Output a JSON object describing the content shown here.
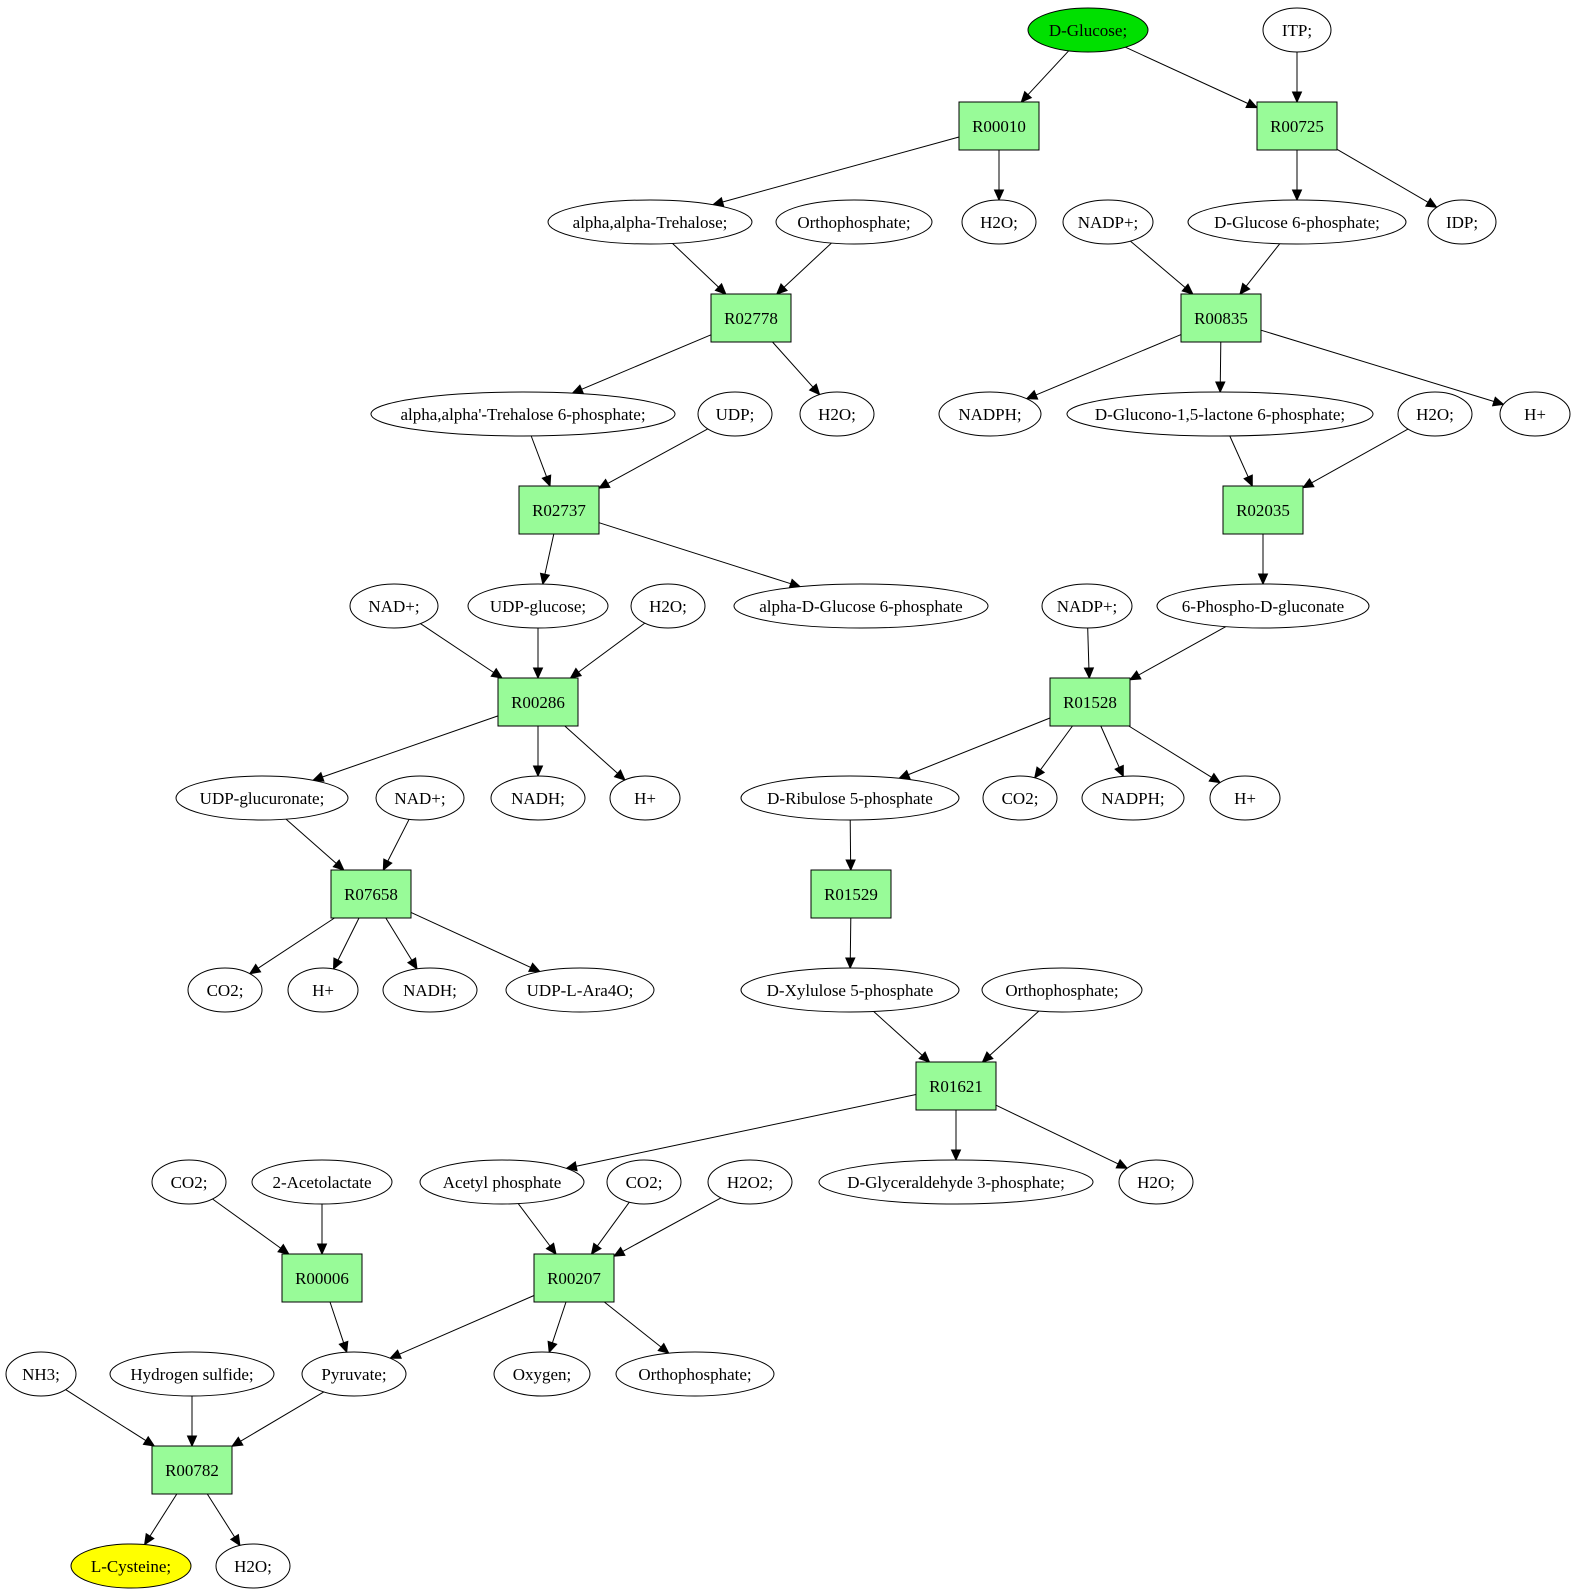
{
  "colors": {
    "reaction_fill": "#98fb98",
    "compound_fill": "#ffffff",
    "source_fill": "#00e000",
    "target_fill": "#ffff00",
    "stroke": "#000000"
  },
  "nodes": [
    {
      "id": "dglucose",
      "label": "D-Glucose;",
      "kind": "compound",
      "role": "source"
    },
    {
      "id": "itp",
      "label": "ITP;",
      "kind": "compound"
    },
    {
      "id": "r00010",
      "label": "R00010",
      "kind": "reaction"
    },
    {
      "id": "r00725",
      "label": "R00725",
      "kind": "reaction"
    },
    {
      "id": "trehalose",
      "label": "alpha,alpha-Trehalose;",
      "kind": "compound"
    },
    {
      "id": "ortho1",
      "label": "Orthophosphate;",
      "kind": "compound"
    },
    {
      "id": "h2o_1",
      "label": "H2O;",
      "kind": "compound"
    },
    {
      "id": "nadp1",
      "label": "NADP+;",
      "kind": "compound"
    },
    {
      "id": "g6p",
      "label": "D-Glucose 6-phosphate;",
      "kind": "compound"
    },
    {
      "id": "idp",
      "label": "IDP;",
      "kind": "compound"
    },
    {
      "id": "r02778",
      "label": "R02778",
      "kind": "reaction"
    },
    {
      "id": "r00835",
      "label": "R00835",
      "kind": "reaction"
    },
    {
      "id": "t6p",
      "label": "alpha,alpha'-Trehalose 6-phosphate;",
      "kind": "compound"
    },
    {
      "id": "udp",
      "label": "UDP;",
      "kind": "compound"
    },
    {
      "id": "h2o_2",
      "label": "H2O;",
      "kind": "compound"
    },
    {
      "id": "nadph1",
      "label": "NADPH;",
      "kind": "compound"
    },
    {
      "id": "glucono",
      "label": "D-Glucono-1,5-lactone 6-phosphate;",
      "kind": "compound"
    },
    {
      "id": "h2o_3",
      "label": "H2O;",
      "kind": "compound"
    },
    {
      "id": "hplus1",
      "label": "H+",
      "kind": "compound"
    },
    {
      "id": "r02737",
      "label": "R02737",
      "kind": "reaction"
    },
    {
      "id": "r02035",
      "label": "R02035",
      "kind": "reaction"
    },
    {
      "id": "nad1",
      "label": "NAD+;",
      "kind": "compound"
    },
    {
      "id": "udpglucose",
      "label": "UDP-glucose;",
      "kind": "compound"
    },
    {
      "id": "h2o_4",
      "label": "H2O;",
      "kind": "compound"
    },
    {
      "id": "adg6p",
      "label": "alpha-D-Glucose 6-phosphate",
      "kind": "compound"
    },
    {
      "id": "nadp2",
      "label": "NADP+;",
      "kind": "compound"
    },
    {
      "id": "phosphogluconate",
      "label": "6-Phospho-D-gluconate",
      "kind": "compound"
    },
    {
      "id": "r00286",
      "label": "R00286",
      "kind": "reaction"
    },
    {
      "id": "r01528",
      "label": "R01528",
      "kind": "reaction"
    },
    {
      "id": "udpglucuronate",
      "label": "UDP-glucuronate;",
      "kind": "compound"
    },
    {
      "id": "nad2",
      "label": "NAD+;",
      "kind": "compound"
    },
    {
      "id": "nadh1",
      "label": "NADH;",
      "kind": "compound"
    },
    {
      "id": "hplus2",
      "label": "H+",
      "kind": "compound"
    },
    {
      "id": "ribulose",
      "label": "D-Ribulose 5-phosphate",
      "kind": "compound"
    },
    {
      "id": "co2_1",
      "label": "CO2;",
      "kind": "compound"
    },
    {
      "id": "nadph2",
      "label": "NADPH;",
      "kind": "compound"
    },
    {
      "id": "hplus3",
      "label": "H+",
      "kind": "compound"
    },
    {
      "id": "r07658",
      "label": "R07658",
      "kind": "reaction"
    },
    {
      "id": "r01529",
      "label": "R01529",
      "kind": "reaction"
    },
    {
      "id": "co2_2",
      "label": "CO2;",
      "kind": "compound"
    },
    {
      "id": "hplus4",
      "label": "H+",
      "kind": "compound"
    },
    {
      "id": "nadh2",
      "label": "NADH;",
      "kind": "compound"
    },
    {
      "id": "udplara",
      "label": "UDP-L-Ara4O;",
      "kind": "compound"
    },
    {
      "id": "xylulose",
      "label": "D-Xylulose 5-phosphate",
      "kind": "compound"
    },
    {
      "id": "ortho2",
      "label": "Orthophosphate;",
      "kind": "compound"
    },
    {
      "id": "r01621",
      "label": "R01621",
      "kind": "reaction"
    },
    {
      "id": "co2_3",
      "label": "CO2;",
      "kind": "compound"
    },
    {
      "id": "acetolactate",
      "label": "2-Acetolactate",
      "kind": "compound"
    },
    {
      "id": "acetylp",
      "label": "Acetyl phosphate",
      "kind": "compound"
    },
    {
      "id": "co2_4",
      "label": "CO2;",
      "kind": "compound"
    },
    {
      "id": "h2o2",
      "label": "H2O2;",
      "kind": "compound"
    },
    {
      "id": "g3p",
      "label": "D-Glyceraldehyde 3-phosphate;",
      "kind": "compound"
    },
    {
      "id": "h2o_5",
      "label": "H2O;",
      "kind": "compound"
    },
    {
      "id": "r00006",
      "label": "R00006",
      "kind": "reaction"
    },
    {
      "id": "r00207",
      "label": "R00207",
      "kind": "reaction"
    },
    {
      "id": "nh3",
      "label": "NH3;",
      "kind": "compound"
    },
    {
      "id": "h2s",
      "label": "Hydrogen sulfide;",
      "kind": "compound"
    },
    {
      "id": "pyruvate",
      "label": "Pyruvate;",
      "kind": "compound"
    },
    {
      "id": "oxygen",
      "label": "Oxygen;",
      "kind": "compound"
    },
    {
      "id": "ortho3",
      "label": "Orthophosphate;",
      "kind": "compound"
    },
    {
      "id": "r00782",
      "label": "R00782",
      "kind": "reaction"
    },
    {
      "id": "lcysteine",
      "label": "L-Cysteine;",
      "kind": "compound",
      "role": "target"
    },
    {
      "id": "h2o_6",
      "label": "H2O;",
      "kind": "compound"
    }
  ],
  "edges": [
    [
      "dglucose",
      "r00010"
    ],
    [
      "dglucose",
      "r00725"
    ],
    [
      "itp",
      "r00725"
    ],
    [
      "r00010",
      "trehalose"
    ],
    [
      "r00010",
      "h2o_1"
    ],
    [
      "r00725",
      "g6p"
    ],
    [
      "r00725",
      "idp"
    ],
    [
      "trehalose",
      "r02778"
    ],
    [
      "ortho1",
      "r02778"
    ],
    [
      "nadp1",
      "r00835"
    ],
    [
      "g6p",
      "r00835"
    ],
    [
      "r02778",
      "t6p"
    ],
    [
      "r02778",
      "h2o_2"
    ],
    [
      "r00835",
      "nadph1"
    ],
    [
      "r00835",
      "glucono"
    ],
    [
      "r00835",
      "hplus1"
    ],
    [
      "t6p",
      "r02737"
    ],
    [
      "udp",
      "r02737"
    ],
    [
      "glucono",
      "r02035"
    ],
    [
      "h2o_3",
      "r02035"
    ],
    [
      "r02737",
      "udpglucose"
    ],
    [
      "r02737",
      "adg6p"
    ],
    [
      "r02035",
      "phosphogluconate"
    ],
    [
      "nad1",
      "r00286"
    ],
    [
      "udpglucose",
      "r00286"
    ],
    [
      "h2o_4",
      "r00286"
    ],
    [
      "nadp2",
      "r01528"
    ],
    [
      "phosphogluconate",
      "r01528"
    ],
    [
      "r00286",
      "udpglucuronate"
    ],
    [
      "r00286",
      "nadh1"
    ],
    [
      "r00286",
      "hplus2"
    ],
    [
      "r01528",
      "ribulose"
    ],
    [
      "r01528",
      "co2_1"
    ],
    [
      "r01528",
      "nadph2"
    ],
    [
      "r01528",
      "hplus3"
    ],
    [
      "udpglucuronate",
      "r07658"
    ],
    [
      "nad2",
      "r07658"
    ],
    [
      "ribulose",
      "r01529"
    ],
    [
      "r07658",
      "co2_2"
    ],
    [
      "r07658",
      "hplus4"
    ],
    [
      "r07658",
      "nadh2"
    ],
    [
      "r07658",
      "udplara"
    ],
    [
      "r01529",
      "xylulose"
    ],
    [
      "xylulose",
      "r01621"
    ],
    [
      "ortho2",
      "r01621"
    ],
    [
      "r01621",
      "acetylp"
    ],
    [
      "r01621",
      "g3p"
    ],
    [
      "r01621",
      "h2o_5"
    ],
    [
      "co2_3",
      "r00006"
    ],
    [
      "acetolactate",
      "r00006"
    ],
    [
      "acetylp",
      "r00207"
    ],
    [
      "co2_4",
      "r00207"
    ],
    [
      "h2o2",
      "r00207"
    ],
    [
      "r00006",
      "pyruvate"
    ],
    [
      "r00207",
      "pyruvate"
    ],
    [
      "r00207",
      "oxygen"
    ],
    [
      "r00207",
      "ortho3"
    ],
    [
      "nh3",
      "r00782"
    ],
    [
      "h2s",
      "r00782"
    ],
    [
      "pyruvate",
      "r00782"
    ],
    [
      "r00782",
      "lcysteine"
    ],
    [
      "r00782",
      "h2o_6"
    ]
  ]
}
